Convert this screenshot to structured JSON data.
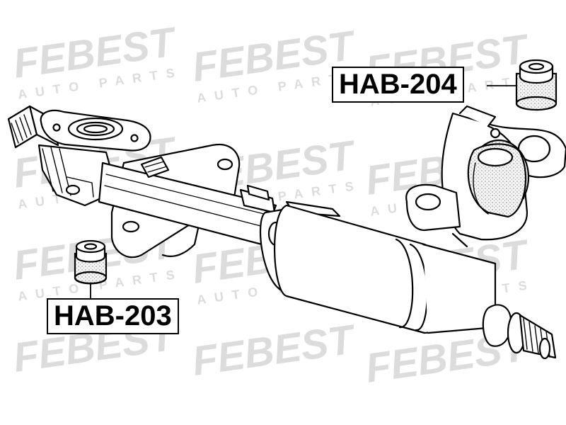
{
  "watermark": {
    "logo_text": "FEBEST",
    "sub_text": "AUTO PARTS"
  },
  "parts": [
    {
      "id": "hab-204",
      "code": "HAB-204"
    },
    {
      "id": "hab-203",
      "code": "HAB-203"
    }
  ],
  "colors": {
    "line": "#000000",
    "background": "#ffffff",
    "watermark": "#dcdcdc",
    "bushing_fill": "#f4f4f4",
    "stipple": "#555555"
  }
}
